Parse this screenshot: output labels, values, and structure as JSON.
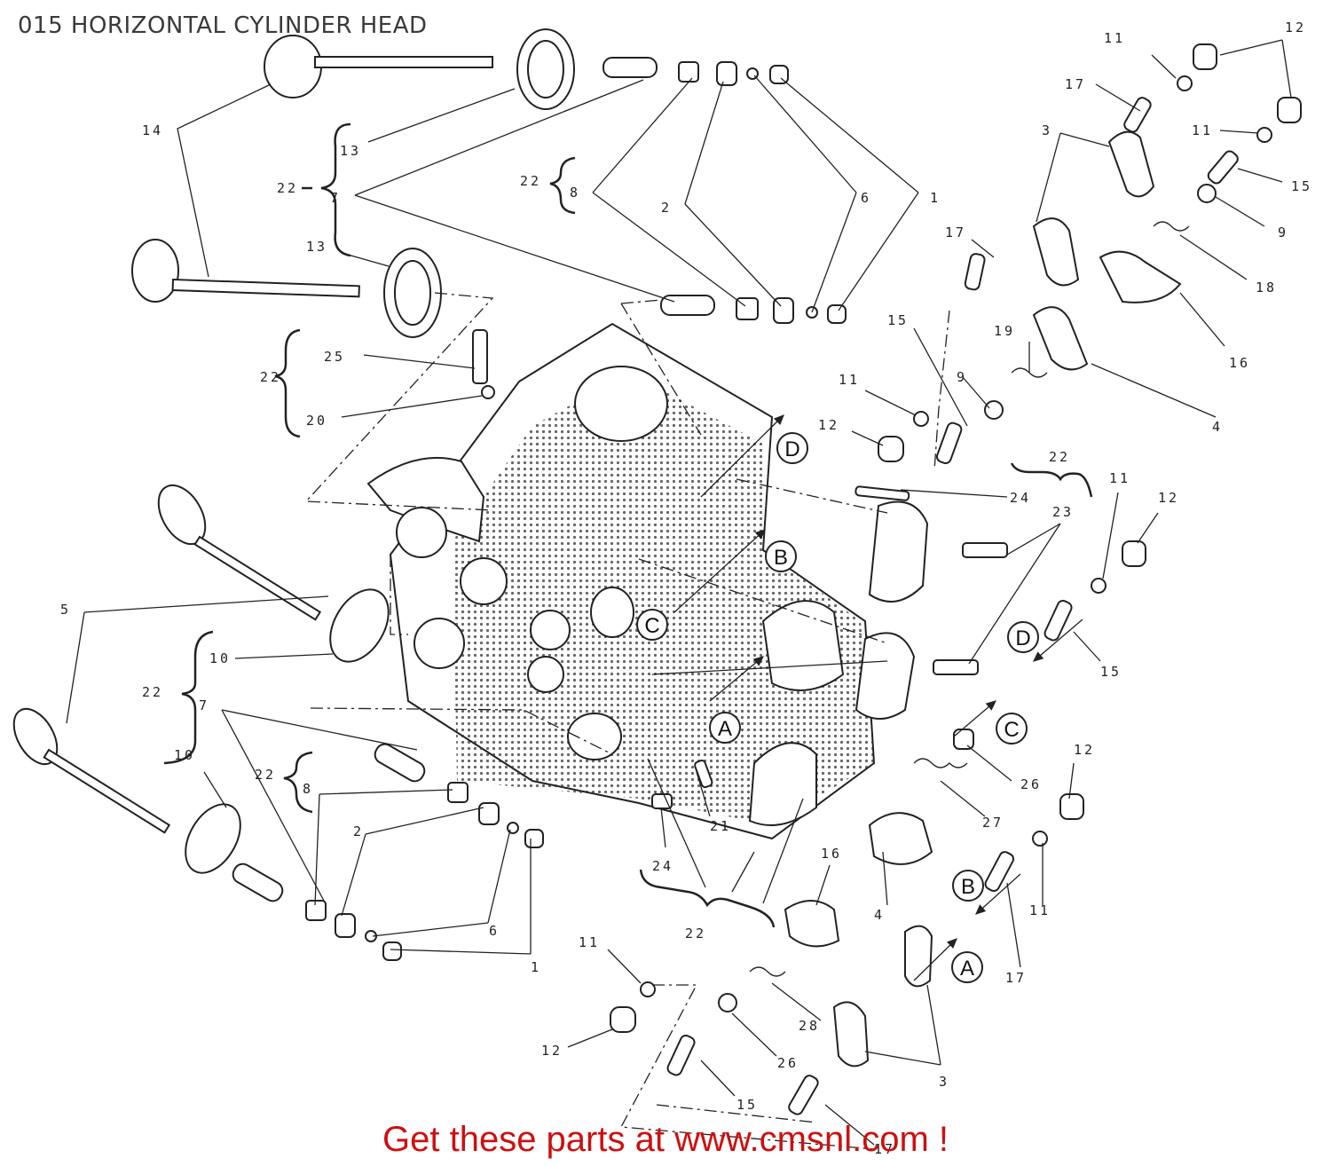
{
  "title": "015 HORIZONTAL CYLINDER HEAD",
  "promo": "Get these parts at www.cmsnl.com !",
  "colors": {
    "promo": "#cc1010",
    "ink": "#222222",
    "background": "#ffffff"
  },
  "reference_letters": [
    "A",
    "B",
    "C",
    "D"
  ],
  "callouts": [
    "1",
    "2",
    "3",
    "4",
    "5",
    "6",
    "7",
    "8",
    "9",
    "10",
    "11",
    "12",
    "13",
    "14",
    "15",
    "16",
    "17",
    "18",
    "19",
    "20",
    "21",
    "22",
    "23",
    "24",
    "25",
    "26",
    "27",
    "28"
  ]
}
